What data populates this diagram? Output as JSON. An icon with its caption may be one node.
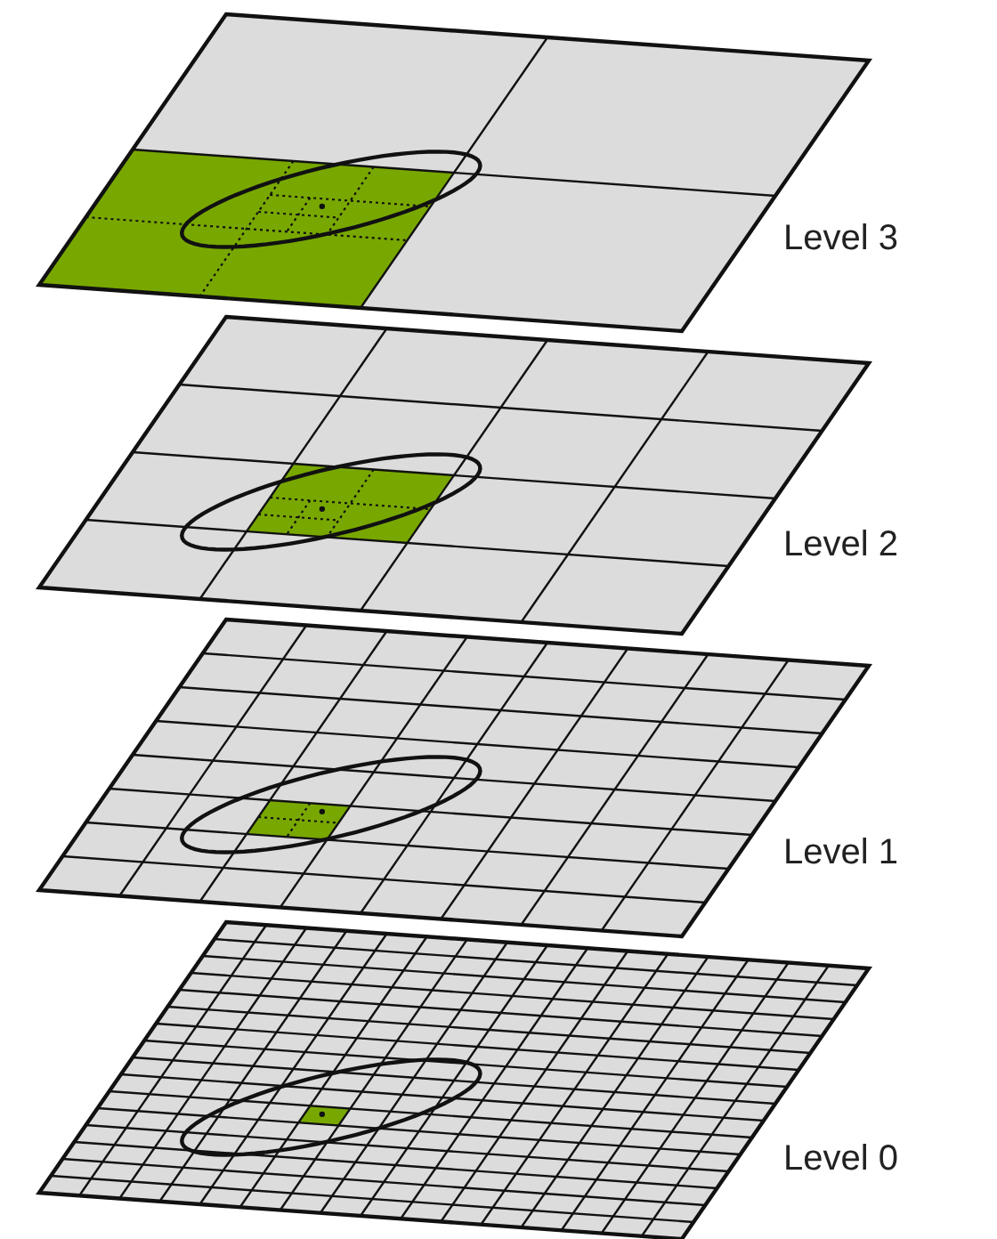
{
  "diagram": {
    "labels": [
      "Level 3",
      "Level 2",
      "Level 1",
      "Level 0"
    ]
  }
}
